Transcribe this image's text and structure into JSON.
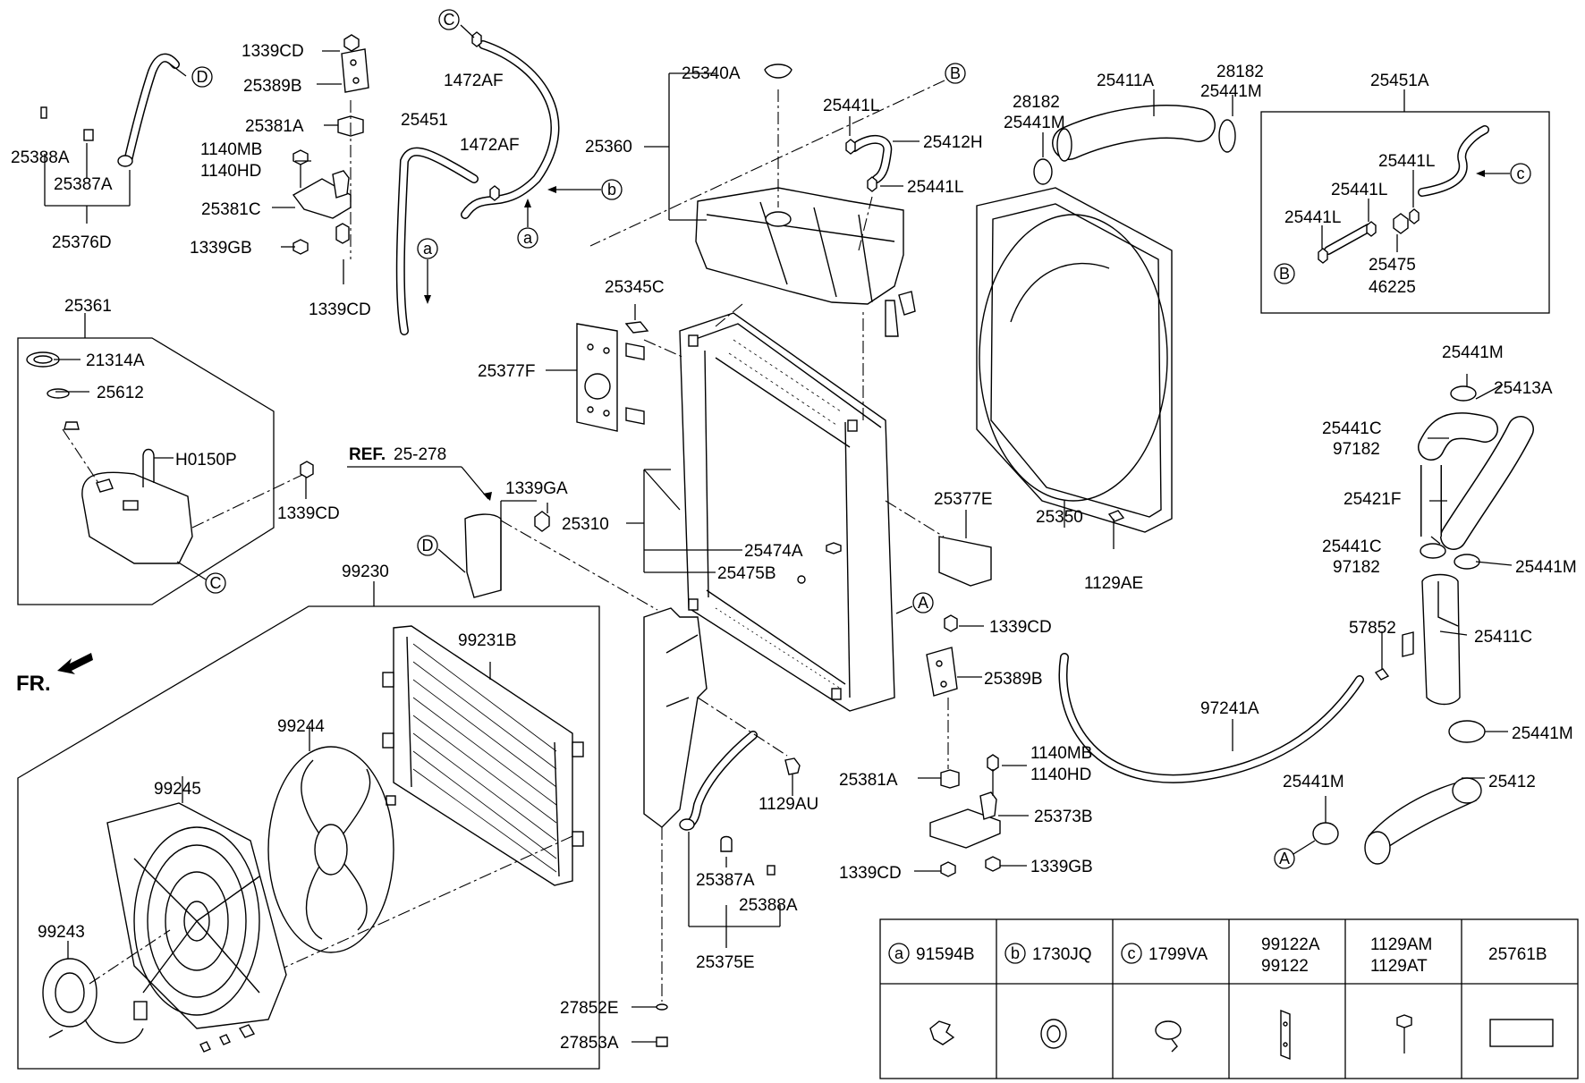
{
  "labels": {
    "p1339CD_a": "1339CD",
    "p25389B_a": "25389B",
    "p25381A_a": "25381A",
    "p1140MB_a": "1140MB",
    "p1140HD_a": "1140HD",
    "p25381C": "25381C",
    "p1339GB_a": "1339GB",
    "p1339CD_b": "1339CD",
    "p25388A_a": "25388A",
    "p25387A_a": "25387A",
    "p25376D": "25376D",
    "p1472AF_a": "1472AF",
    "p25451": "25451",
    "p1472AF_b": "1472AF",
    "p25340A": "25340A",
    "p25360": "25360",
    "p25441L_a": "25441L",
    "p25412H": "25412H",
    "p25441L_b": "25441L",
    "p28182_a": "28182",
    "p25441M_a": "25441M",
    "p25411A": "25411A",
    "p28182_b": "28182",
    "p25441M_b": "25441M",
    "p25451A": "25451A",
    "p25441L_c": "25441L",
    "p25441L_d": "25441L",
    "p25441L_e": "25441L",
    "p25475": "25475",
    "p46225": "46225",
    "p25361": "25361",
    "p21314A": "21314A",
    "p25612": "25612",
    "pH0150P": "H0150P",
    "p1339CD_c": "1339CD",
    "p25345C": "25345C",
    "p25377F": "25377F",
    "ref_bold": "REF.",
    "ref_num": "25-278",
    "p1339GA": "1339GA",
    "p25310": "25310",
    "p25474A": "25474A",
    "p25475B": "25475B",
    "p25377E": "25377E",
    "p25350": "25350",
    "p1129AE": "1129AE",
    "p25441M_c": "25441M",
    "p25413A": "25413A",
    "p25441C_a": "25441C",
    "p97182_a": "97182",
    "p25421F": "25421F",
    "p25441C_b": "25441C",
    "p97182_b": "97182",
    "p25441M_d": "25441M",
    "p57852": "57852",
    "p25411C": "25411C",
    "p97241A": "97241A",
    "p25441M_e": "25441M",
    "p25441M_f": "25441M",
    "p25412": "25412",
    "p99230": "99230",
    "p99231B": "99231B",
    "p99244": "99244",
    "p99245": "99245",
    "p99243": "99243",
    "p1339CD_d": "1339CD",
    "p25389B_b": "25389B",
    "p1140MB_b": "1140MB",
    "p1140HD_b": "1140HD",
    "p25381A_b": "25381A",
    "p25373B": "25373B",
    "p1339CD_e": "1339CD",
    "p1339GB_b": "1339GB",
    "p1129AU": "1129AU",
    "p25387A_b": "25387A",
    "p25388A_b": "25388A",
    "p25375E": "25375E",
    "p27852E": "27852E",
    "p27853A": "27853A",
    "fr": "FR."
  },
  "markers": {
    "C": "C",
    "D": "D",
    "B": "B",
    "A": "A",
    "a": "a",
    "b": "b",
    "c": "c"
  },
  "legend_table": {
    "cells": [
      {
        "marker": "a",
        "line1": "91594B",
        "line2": ""
      },
      {
        "marker": "b",
        "line1": "1730JQ",
        "line2": ""
      },
      {
        "marker": "c",
        "line1": "1799VA",
        "line2": ""
      },
      {
        "marker": "",
        "line1": "99122A",
        "line2": "99122"
      },
      {
        "marker": "",
        "line1": "1129AM",
        "line2": "1129AT"
      },
      {
        "marker": "",
        "line1": "25761B",
        "line2": ""
      }
    ]
  }
}
